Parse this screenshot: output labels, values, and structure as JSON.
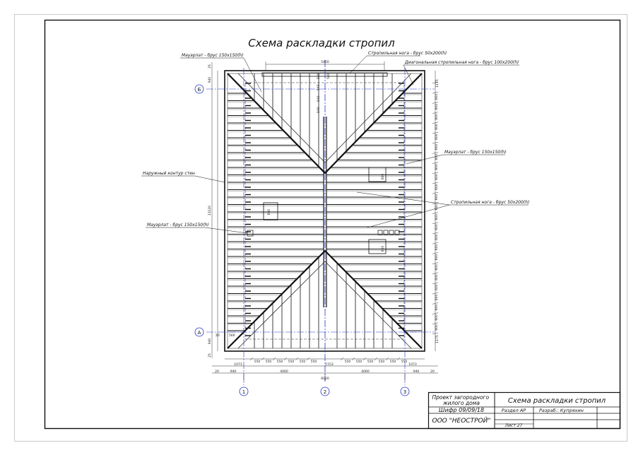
{
  "drawing": {
    "title": "Схема раскладки стропил",
    "labels": {
      "mauerlat_top": "Мауэрлат - брус 150х150(h)",
      "rafter_top": "Стропильная нога - брус 50х200(h)",
      "diagonal_rafter": "Диагональная стропильная нога - брус 100х200(h)",
      "mauerlat_right": "Мауэрлат - брус 150х150(h)",
      "outer_walls": "Наружный контур стен",
      "rafter_right": "Стропильная нога - брус 50х200(h)",
      "mauerlat_left": "Мауэрлат - брус 150х150(h)"
    },
    "dimensions": {
      "top_span": "5450",
      "left_total": "13120",
      "bottom_total": "8120",
      "left_half": "4060",
      "right_half": "4060",
      "center_mark": "1153",
      "edge_left": "940",
      "edge_right": "940",
      "edge_small_left": "20",
      "edge_small_right": "20",
      "outer_left": "1073",
      "outer_right": "1073",
      "step": "550",
      "opening_left": "850",
      "opening_right_top": "600",
      "opening_right_bottom": "600",
      "left_top_small": "25",
      "left_940_top": "940",
      "left_940_bottom": "940",
      "left_bottom_small": "25",
      "hip_top": "1175",
      "hip_bottom": "1175",
      "right_step": "600",
      "a_offset": "560",
      "a_small": "20",
      "ridge_marks": [
        "540",
        "540",
        "540",
        "540",
        "540"
      ]
    },
    "axes": {
      "letters": [
        "Б",
        "А"
      ],
      "numbers": [
        "1",
        "2",
        "3"
      ]
    }
  },
  "title_block": {
    "project": "Проект загородного жилого дома",
    "sheet_title": "Схема раскладки стропил",
    "code": "Шифр 09/09/18",
    "section": "Раздел АР",
    "developer": "Разраб.: Купряхин",
    "company": "ООО \"НЕОСТРОЙ\"",
    "sheet_number": "Лист 27"
  }
}
